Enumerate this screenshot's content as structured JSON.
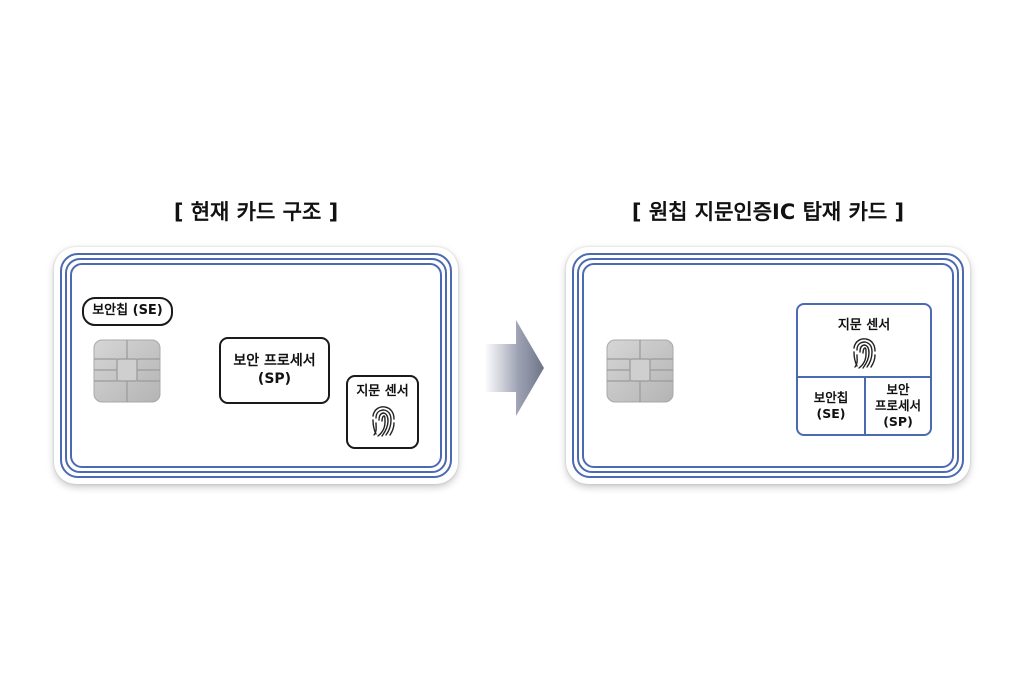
{
  "left": {
    "title": "[ 현재 카드 구조 ]",
    "se_chip_label": "보안칩 (SE)",
    "sp_label_line1": "보안 프로세서",
    "sp_label_line2": "(SP)",
    "fp_label": "지문 센서"
  },
  "right": {
    "title": "[ 원칩 지문인증IC 탑재 카드 ]",
    "fp_label": "지문 센서",
    "se_line1": "보안칩",
    "se_line2": "(SE)",
    "sp_line1": "보안",
    "sp_line2": "프로세서",
    "sp_line3": "(SP)"
  },
  "icons": {
    "chip": "ic-chip-icon",
    "fingerprint": "fingerprint-icon",
    "arrow": "arrow-right-icon"
  },
  "colors": {
    "ring": "#4b6ab1",
    "chip": "#c9c9c9",
    "text": "#111111"
  }
}
